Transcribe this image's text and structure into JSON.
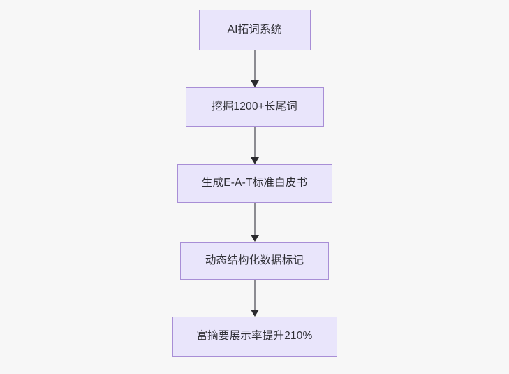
{
  "diagram": {
    "type": "flowchart",
    "direction": "top-to-bottom",
    "background_color": "#f7f7f7",
    "node_fill_color": "#e9e5fb",
    "node_border_color": "#a88ed6",
    "node_text_color": "#2f2f35",
    "connector_line_color": "#8c8c92",
    "connector_arrow_color": "#2a2a2e",
    "nodes": [
      {
        "id": "node-1",
        "label": "AI拓词系统"
      },
      {
        "id": "node-2",
        "label": "挖掘1200+长尾词"
      },
      {
        "id": "node-3",
        "label": "生成E-A-T标准白皮书"
      },
      {
        "id": "node-4",
        "label": "动态结构化数据标记"
      },
      {
        "id": "node-5",
        "label": "富摘要展示率提升210%"
      }
    ],
    "connectors": [
      {
        "id": "connector-1",
        "from": "node-1",
        "to": "node-2",
        "arrow": "down-arrow"
      },
      {
        "id": "connector-2",
        "from": "node-2",
        "to": "node-3",
        "arrow": "down-arrow"
      },
      {
        "id": "connector-3",
        "from": "node-3",
        "to": "node-4",
        "arrow": "down-arrow"
      },
      {
        "id": "connector-4",
        "from": "node-4",
        "to": "node-5",
        "arrow": "down-arrow"
      }
    ]
  }
}
